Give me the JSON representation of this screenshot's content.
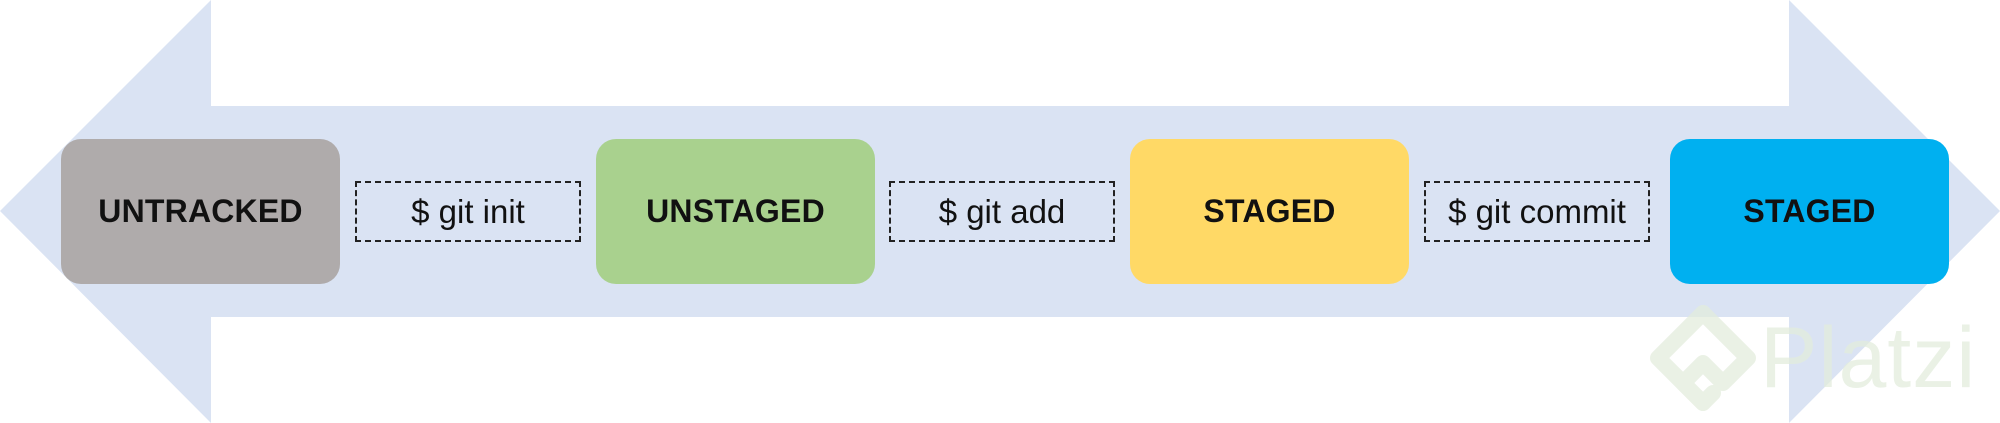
{
  "diagram": {
    "states": [
      {
        "label": "UNTRACKED",
        "color": "#afabab"
      },
      {
        "label": "UNSTAGED",
        "color": "#a9d18e"
      },
      {
        "label": "STAGED",
        "color": "#ffd966"
      },
      {
        "label": "STAGED",
        "color": "#00b0f0"
      }
    ],
    "commands": [
      {
        "label": "$ git init"
      },
      {
        "label": "$ git add"
      },
      {
        "label": "$ git commit"
      }
    ],
    "arrow": {
      "type": "double-headed",
      "color": "#dae3f3"
    }
  },
  "watermark": {
    "text": "Platzi",
    "icon": "platzi-logo-icon",
    "color": "#e3eddd"
  }
}
